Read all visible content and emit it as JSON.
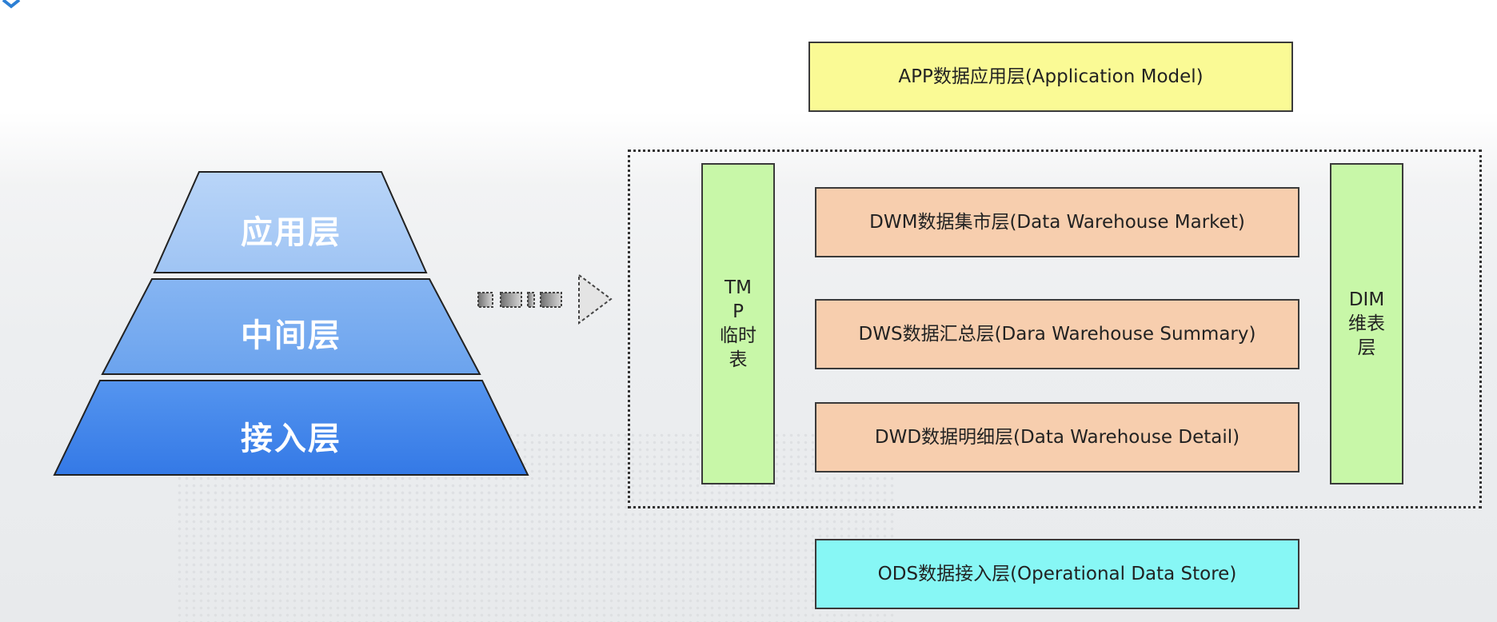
{
  "pyramid": {
    "levels": [
      {
        "label": "应用层",
        "color": "#a9cbf6"
      },
      {
        "label": "中间层",
        "color": "#74a9ef"
      },
      {
        "label": "接入层",
        "color": "#3f85ec"
      }
    ]
  },
  "arrow": {
    "style": "dash-dot",
    "direction": "right"
  },
  "layers": {
    "app": "APP数据应用层(Application Model)",
    "dwm": "DWM数据集市层(Data Warehouse Market)",
    "dws": "DWS数据汇总层(Dara Warehouse Summary)",
    "dwd": "DWD数据明细层(Data Warehouse Detail)",
    "ods": "ODS数据接入层(Operational Data Store)",
    "tmp": [
      "TM",
      "P",
      "临时",
      "表"
    ],
    "dim": [
      "DIM",
      "维表",
      "层"
    ]
  },
  "colors": {
    "app": "#fafa95",
    "dw": "#f7ceae",
    "side": "#c8f7a8",
    "ods": "#87f7f5"
  }
}
